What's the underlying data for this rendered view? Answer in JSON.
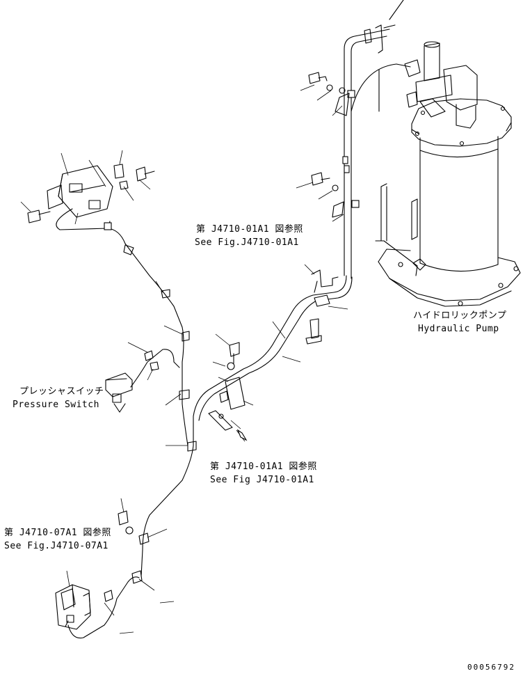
{
  "labels": {
    "ref_top_ja": "第 J4710-01A1 図参照",
    "ref_top_en": "See Fig.J4710-01A1",
    "pump_ja": "ハイドロリックポンプ",
    "pump_en": "Hydraulic Pump",
    "pswitch_ja": "プレッシャスイッチ",
    "pswitch_en": "Pressure Switch",
    "ref_mid_ja": "第 J4710-01A1 図参照",
    "ref_mid_en": "See Fig J4710-01A1",
    "ref_bot_ja": "第 J4710-07A1 図参照",
    "ref_bot_en": "See Fig.J4710-07A1"
  },
  "drawing_code": "00056792"
}
